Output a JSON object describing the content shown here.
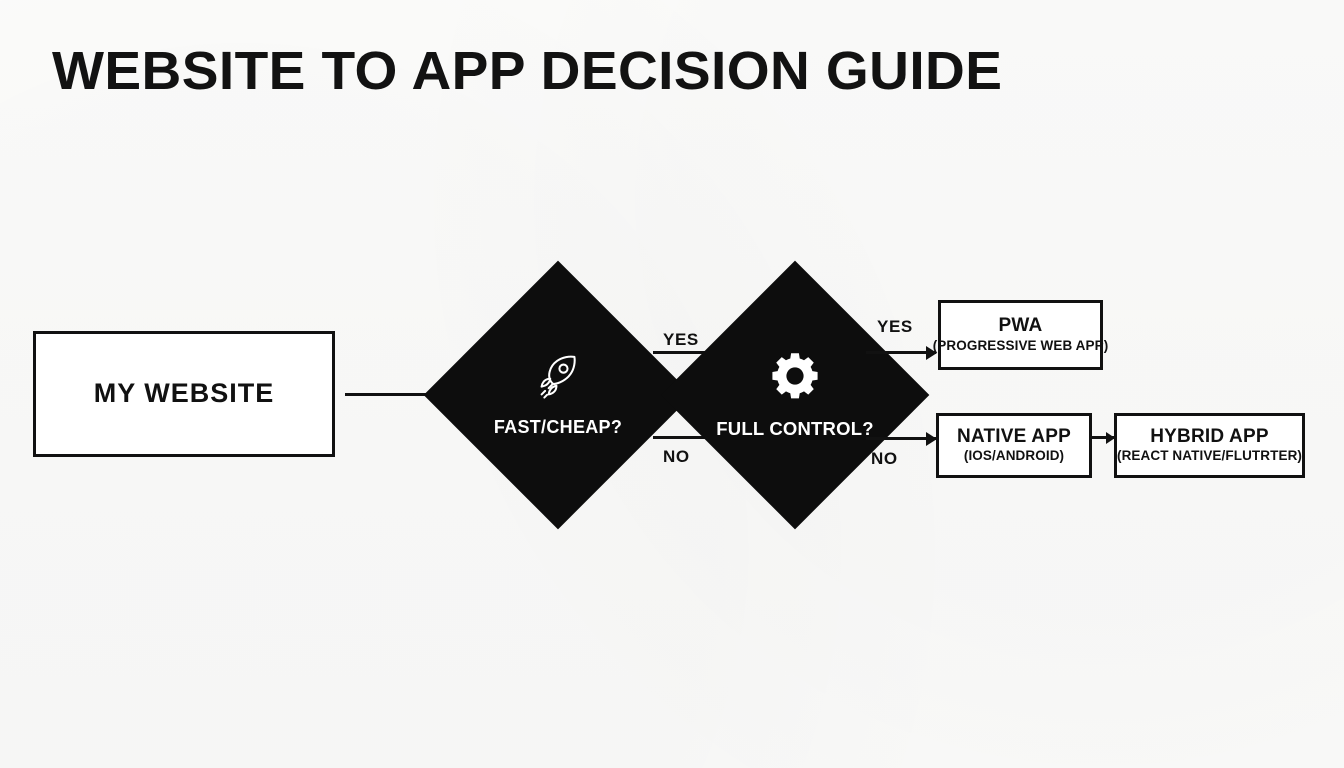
{
  "page": {
    "title": "WEBSITE TO APP DECISION GUIDE",
    "background_color": "#fbfbfa",
    "ink_color": "#111111",
    "node_fill_color": "#0d0d0d"
  },
  "diagram": {
    "type": "flowchart",
    "nodes": {
      "website": {
        "label": "MY WEBSITE",
        "shape": "rectangle",
        "icon": null
      },
      "fast_cheap": {
        "label": "FAST/CHEAP?",
        "shape": "diamond",
        "icon": "rocket-icon"
      },
      "full_control": {
        "label": "FULL CONTROL?",
        "shape": "diamond",
        "icon": "gear-icon"
      },
      "pwa": {
        "label": "PWA",
        "sublabel": "(PROGRESSIVE WEB APP)",
        "shape": "rectangle"
      },
      "native": {
        "label": "NATIVE APP",
        "sublabel": "(IOS/ANDROID)",
        "shape": "rectangle"
      },
      "hybrid": {
        "label": "HYBRID APP",
        "sublabel": "(REACT NATIVE/FLUTRTER)",
        "shape": "rectangle"
      }
    },
    "edges": [
      {
        "from": "website",
        "to": "fast_cheap",
        "label": ""
      },
      {
        "from": "fast_cheap",
        "to": "full_control",
        "label": "YES"
      },
      {
        "from": "fast_cheap",
        "to": "full_control",
        "label": "NO"
      },
      {
        "from": "full_control",
        "to": "pwa",
        "label": "YES"
      },
      {
        "from": "full_control",
        "to": "native",
        "label": "NO"
      },
      {
        "from": "native",
        "to": "hybrid",
        "label": ""
      }
    ],
    "edge_labels": {
      "fast_yes": "YES",
      "fast_no": "NO",
      "control_yes": "YES",
      "control_no": "NO"
    }
  }
}
